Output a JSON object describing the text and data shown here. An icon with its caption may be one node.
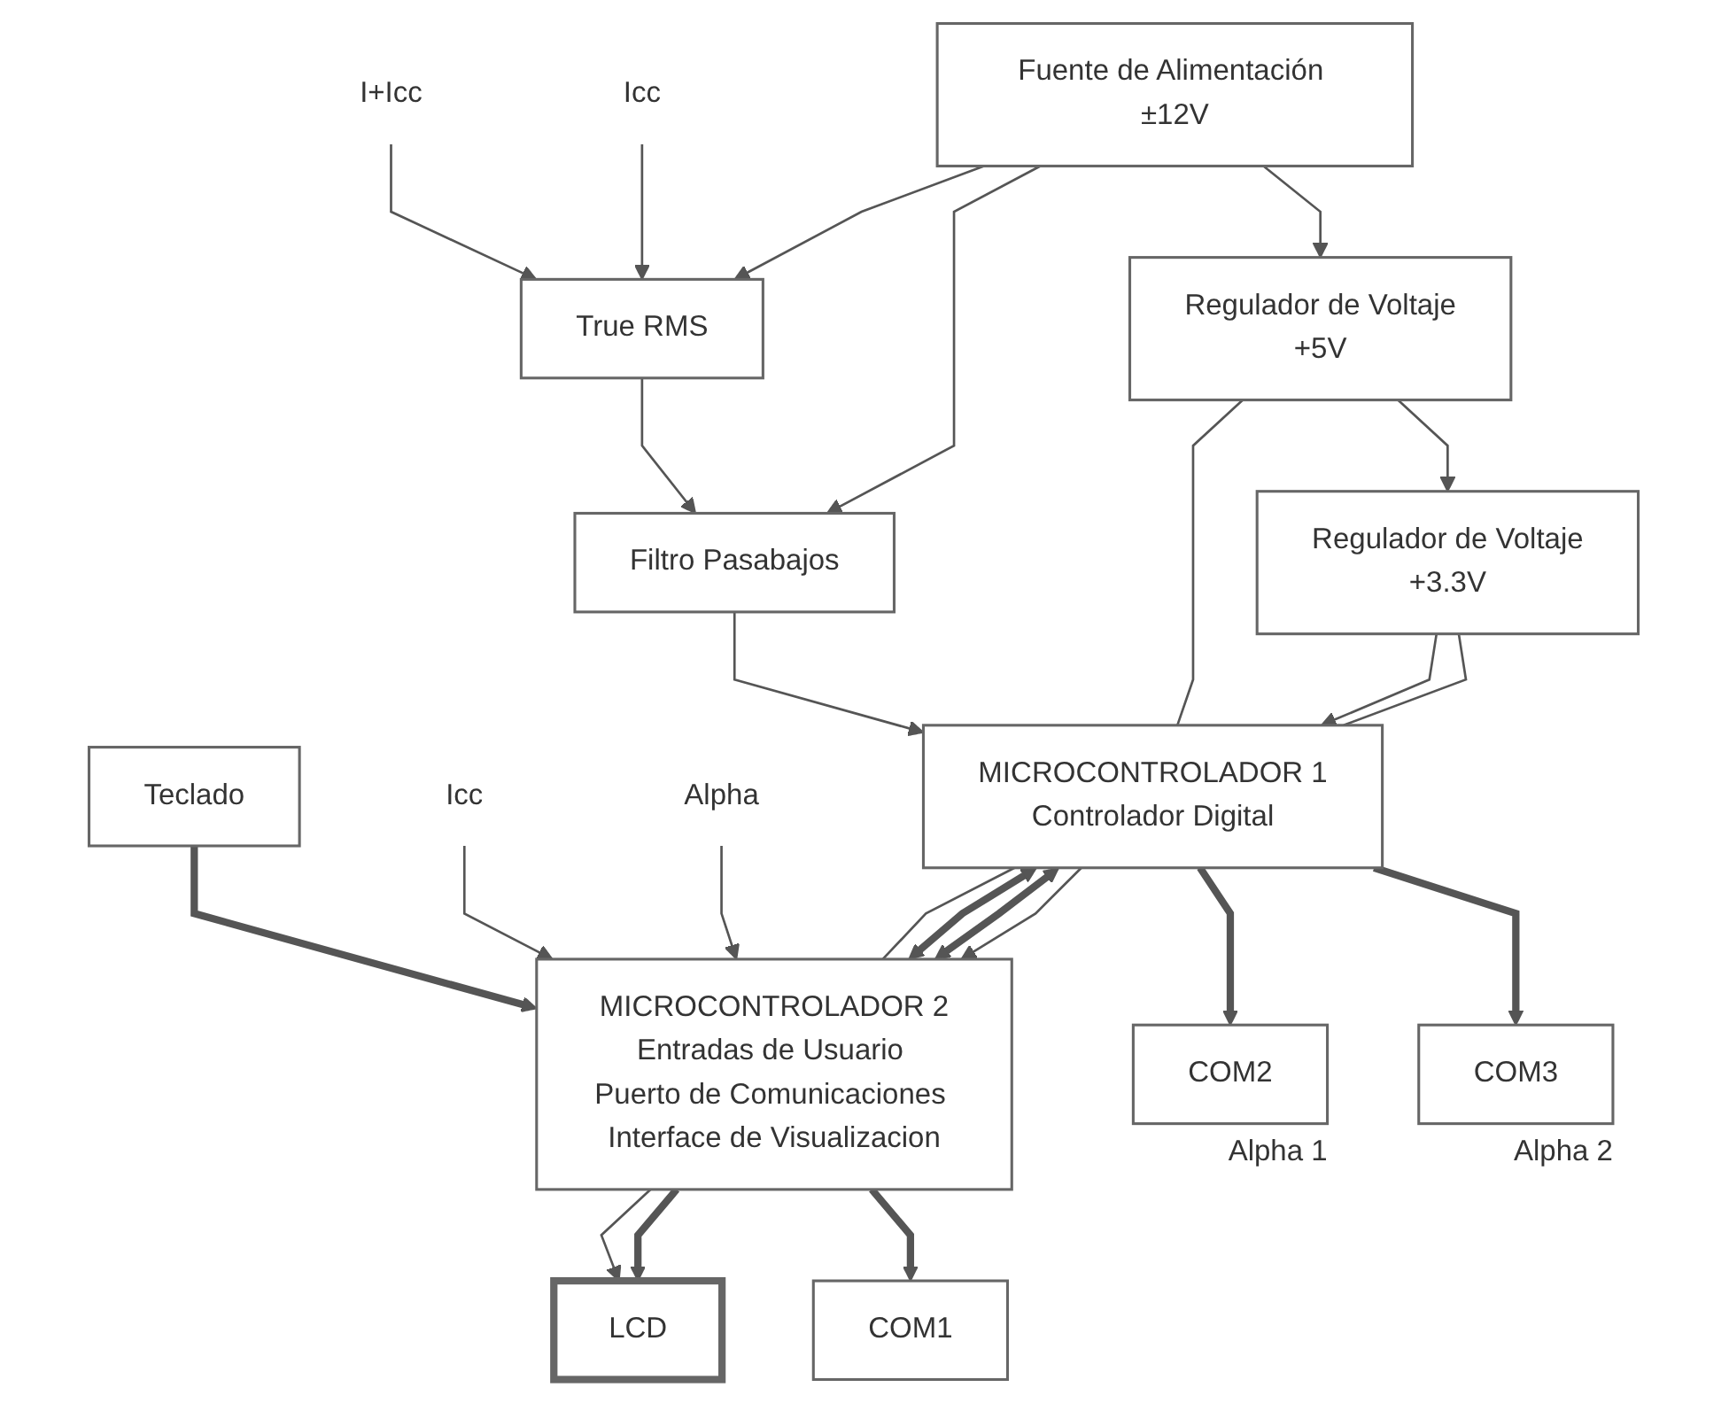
{
  "diagram": {
    "nodes": [
      {
        "text": [
          "LCD"
        ]
      },
      {
        "text": [
          "Teclado"
        ]
      },
      {
        "text": [
          "MICROCONTROLADOR 2",
          "Entradas de Usuario Puerto de Comunicaciones Interface de Visualizacion"
        ]
      },
      {
        "text": [
          "COM1"
        ]
      },
      {
        "text": [
          "Icc"
        ]
      },
      {
        "text": [
          "Alpha"
        ]
      },
      {
        "text": [
          "I+Icc"
        ]
      },
      {
        "text": [
          "Icc"
        ]
      },
      {
        "text": [
          "True RMS"
        ]
      },
      {
        "text": [
          "Filtro Pasabajos"
        ]
      },
      {
        "text": [
          "MICROCONTROLADOR 1",
          "Controlador Digital"
        ]
      },
      {
        "text": [
          "COM2"
        ],
        "beside": [
          "Alpha 1"
        ]
      },
      {
        "text": [
          "COM3"
        ],
        "beside": [
          "Alpha 2"
        ]
      },
      {
        "text": [
          "Fuente de Alimentación ±12V"
        ]
      },
      {
        "text": [
          "Regulador de Voltaje",
          "+5V"
        ]
      },
      {
        "text": [
          "Regulador de Voltaje",
          "+3.3V"
        ]
      }
    ],
    "edges": [
      {
        "from": 2,
        "to": 0,
        "arrow": "to"
      },
      {
        "from": 2,
        "to": 0,
        "arrow": "to",
        "style": "thick"
      },
      {
        "from": 1,
        "to": 2,
        "arrow": "to",
        "style": "thick"
      },
      {
        "from": 4,
        "to": 2,
        "arrow": "to"
      },
      {
        "from": 5,
        "to": 2,
        "arrow": "to"
      },
      {
        "from": 2,
        "to": 3,
        "arrow": "to",
        "style": "thick"
      },
      {
        "from": 10,
        "to": 2,
        "arrow": "none"
      },
      {
        "from": 10,
        "to": 2,
        "arrow": "both",
        "style": "thick"
      },
      {
        "from": 10,
        "to": 2,
        "arrow": "both",
        "style": "thick"
      },
      {
        "from": 10,
        "to": 2,
        "arrow": "to"
      },
      {
        "from": 6,
        "to": 8,
        "arrow": "to"
      },
      {
        "from": 7,
        "to": 8,
        "arrow": "to"
      },
      {
        "from": 8,
        "to": 9,
        "arrow": "to"
      },
      {
        "from": 9,
        "to": 10,
        "arrow": "to"
      },
      {
        "from": 10,
        "to": 11,
        "arrow": "to",
        "style": "thick"
      },
      {
        "from": 10,
        "to": 12,
        "arrow": "to",
        "style": "thick"
      },
      {
        "from": 13,
        "to": 8,
        "arrow": "to"
      },
      {
        "from": 13,
        "to": 9,
        "arrow": "to"
      },
      {
        "from": 13,
        "to": 14,
        "arrow": "to"
      },
      {
        "from": 14,
        "to": 15,
        "arrow": "to"
      },
      {
        "from": 14,
        "to": 10,
        "arrow": "none"
      },
      {
        "from": 15,
        "to": 10,
        "arrow": "to"
      },
      {
        "from": 15,
        "to": 10,
        "arrow": "none"
      }
    ]
  }
}
